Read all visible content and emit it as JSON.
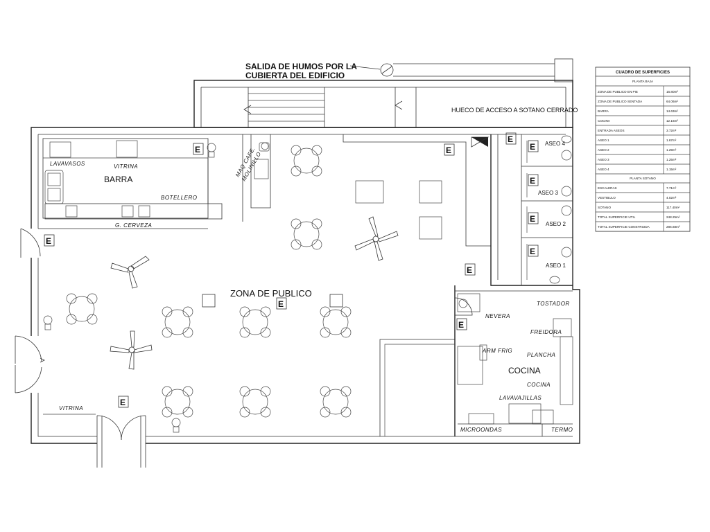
{
  "labels": {
    "smoke_outlet": "SALIDA DE HUMOS POR LA",
    "smoke_outlet_2": "CUBIERTA DEL EDIFICIO",
    "basement_access": "HUECO DE ACCESO A SOTANO CERRADO",
    "lavavasos": "LAVAVASOS",
    "vitrina_top": "VITRINA",
    "barra": "BARRA",
    "botellero": "BOTELLERO",
    "g_cerveza": "G. CERVEZA",
    "maq_cafe": "MAQ CAFE.",
    "molinillo": "MOLINILLO",
    "zona_publico": "ZONA DE PUBLICO",
    "vitrina_bottom": "VITRINA",
    "aseo_4": "ASEO 4",
    "aseo_3": "ASEO 3",
    "aseo_2": "ASEO 2",
    "aseo_1": "ASEO 1",
    "tostador": "TOSTADOR",
    "nevera": "NEVERA",
    "freidora": "FREIDORA",
    "arm_frig": "ARM FRIG",
    "plancha": "PLANCHA",
    "cocina_title": "COCINA",
    "cocina_small": "COCINA",
    "lavavajillas": "LAVAVAJILLAS",
    "microondas": "MICROONDAS",
    "termo": "TERMO",
    "extinguisher": "E"
  },
  "surface_table": {
    "title": "CUADRO DE SUPERFICIES",
    "section_ground": "PLANTA BAJA",
    "section_basement": "PLANTA SOTANO",
    "rows": [
      {
        "label": "ZONA DE PUBLICO EN PIE",
        "value": "16.80m²"
      },
      {
        "label": "ZONA DE PUBLICO SENTADA",
        "value": "64.06m²"
      },
      {
        "label": "BARRA",
        "value": "14.63m²"
      },
      {
        "label": "COCINA",
        "value": "12.16m²"
      },
      {
        "label": "ENTRADA ASEOS",
        "value": "3.72m²"
      },
      {
        "label": "ASEO 1",
        "value": "1.67m²"
      },
      {
        "label": "ASEO 2",
        "value": "1.29m²"
      },
      {
        "label": "ASEO 3",
        "value": "1.25m²"
      },
      {
        "label": "ASEO 4",
        "value": "1.15m²"
      }
    ],
    "basement_rows": [
      {
        "label": "ESCALERAS",
        "value": "7.71m²"
      },
      {
        "label": "VESTIBULO",
        "value": "4.02m²"
      },
      {
        "label": "SOTANO",
        "value": "117.40m²"
      },
      {
        "label": "TOTAL SUPERFICIE UTIL",
        "value": "248.25m²"
      },
      {
        "label": "TOTAL SUPERFICIE CONSTRUIDA",
        "value": "286.68m²"
      }
    ]
  }
}
